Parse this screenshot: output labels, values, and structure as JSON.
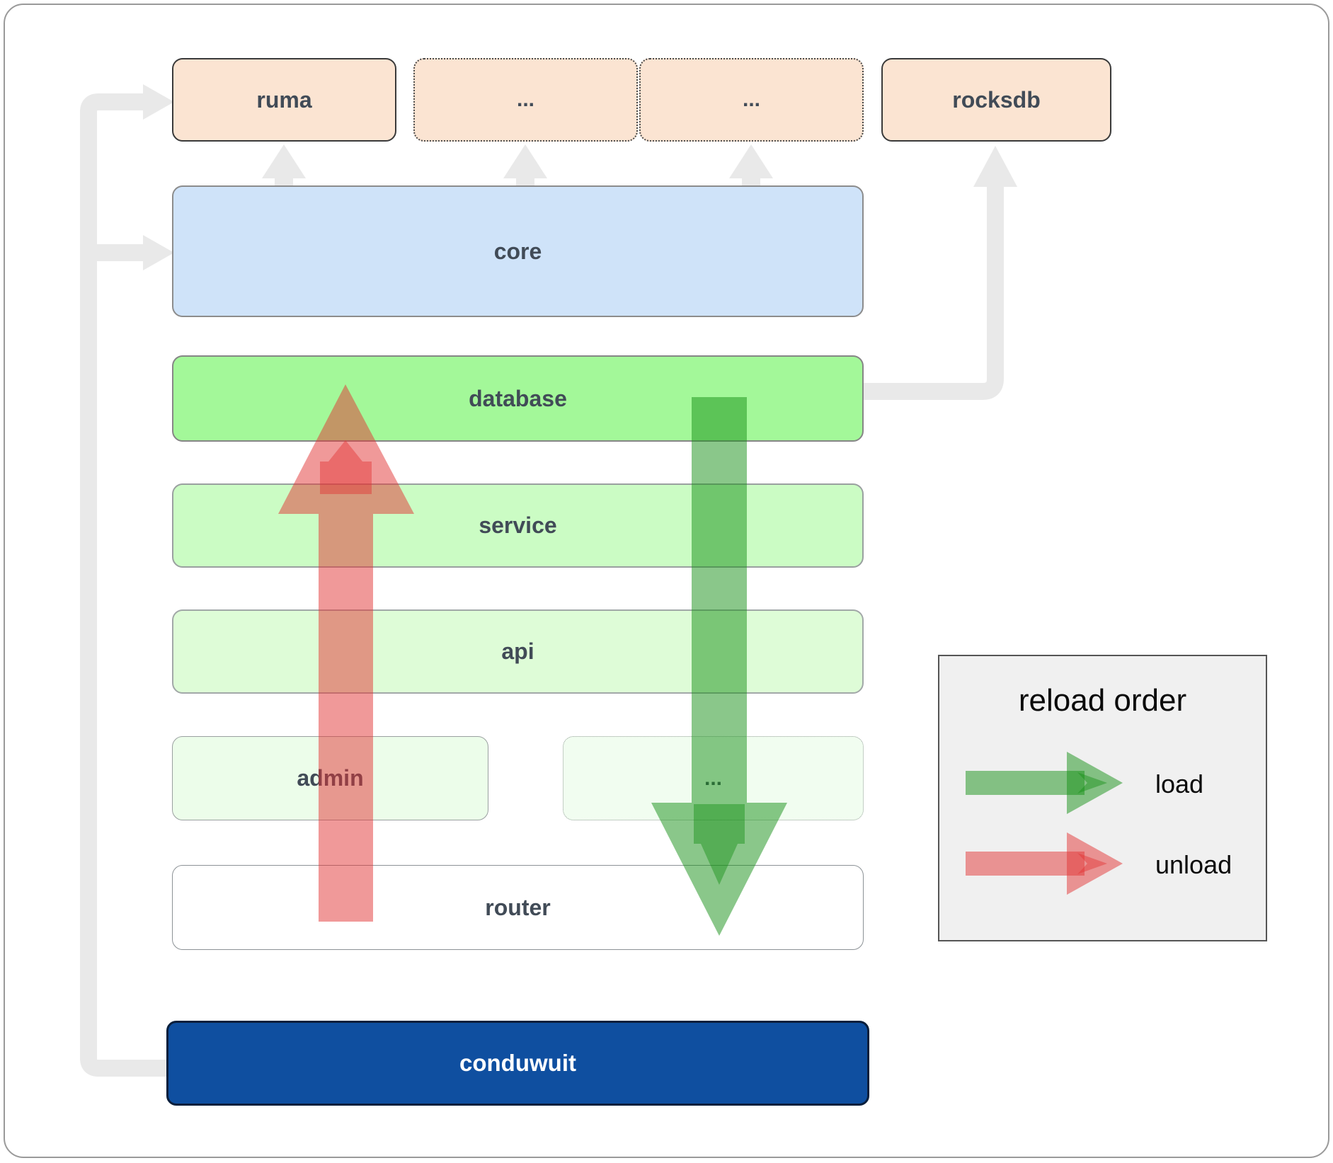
{
  "diagram": {
    "top_row": [
      {
        "label": "ruma"
      },
      {
        "label": "..."
      },
      {
        "label": "..."
      },
      {
        "label": "rocksdb"
      }
    ],
    "core_label": "core",
    "database_label": "database",
    "service_label": "service",
    "api_label": "api",
    "admin_label": "admin",
    "admin_dots_label": "...",
    "router_label": "router",
    "app_label": "conduwuit"
  },
  "legend": {
    "title": "reload order",
    "load_label": "load",
    "unload_label": "unload"
  },
  "colors": {
    "load_arrow": "#169016",
    "unload_arrow": "#e23333",
    "connector": "#e9e9e9",
    "database_fill": "#a3f899",
    "core_fill": "#cfe3f9",
    "peach_fill": "#fbe4d2",
    "app_fill": "#0f4fa0"
  }
}
